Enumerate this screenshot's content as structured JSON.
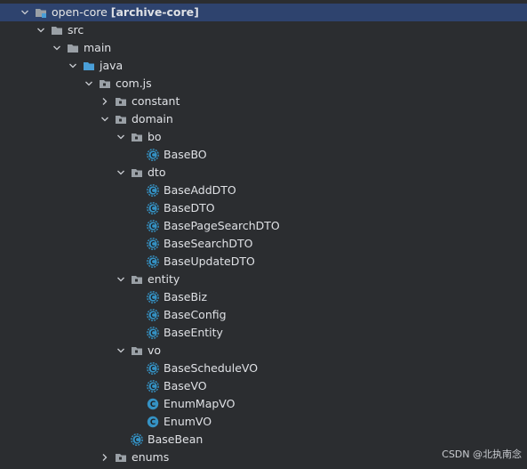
{
  "project_tree": {
    "nodes": [
      {
        "label": "open-core",
        "extra": "[archive-core]",
        "icon": "module-folder-icon",
        "expanded": true,
        "selected": true,
        "depth": 0
      },
      {
        "label": "src",
        "icon": "folder-icon",
        "expanded": true,
        "depth": 1
      },
      {
        "label": "main",
        "icon": "folder-icon",
        "expanded": true,
        "depth": 2
      },
      {
        "label": "java",
        "icon": "source-folder-icon",
        "expanded": true,
        "depth": 3
      },
      {
        "label": "com.js",
        "icon": "package-icon",
        "expanded": true,
        "depth": 4
      },
      {
        "label": "constant",
        "icon": "package-icon",
        "expanded": false,
        "depth": 5
      },
      {
        "label": "domain",
        "icon": "package-icon",
        "expanded": true,
        "depth": 5
      },
      {
        "label": "bo",
        "icon": "package-icon",
        "expanded": true,
        "depth": 6
      },
      {
        "label": "BaseBO",
        "icon": "abstract-class-icon",
        "depth": 7
      },
      {
        "label": "dto",
        "icon": "package-icon",
        "expanded": true,
        "depth": 6
      },
      {
        "label": "BaseAddDTO",
        "icon": "abstract-class-icon",
        "depth": 7
      },
      {
        "label": "BaseDTO",
        "icon": "abstract-class-icon",
        "depth": 7
      },
      {
        "label": "BasePageSearchDTO",
        "icon": "abstract-class-icon",
        "depth": 7
      },
      {
        "label": "BaseSearchDTO",
        "icon": "abstract-class-icon",
        "depth": 7
      },
      {
        "label": "BaseUpdateDTO",
        "icon": "abstract-class-icon",
        "depth": 7
      },
      {
        "label": "entity",
        "icon": "package-icon",
        "expanded": true,
        "depth": 6
      },
      {
        "label": "BaseBiz",
        "icon": "abstract-class-icon",
        "depth": 7
      },
      {
        "label": "BaseConfig",
        "icon": "abstract-class-icon",
        "depth": 7
      },
      {
        "label": "BaseEntity",
        "icon": "abstract-class-icon",
        "depth": 7
      },
      {
        "label": "vo",
        "icon": "package-icon",
        "expanded": true,
        "depth": 6
      },
      {
        "label": "BaseScheduleVO",
        "icon": "abstract-class-icon",
        "depth": 7
      },
      {
        "label": "BaseVO",
        "icon": "abstract-class-icon",
        "depth": 7
      },
      {
        "label": "EnumMapVO",
        "icon": "class-icon",
        "depth": 7
      },
      {
        "label": "EnumVO",
        "icon": "class-icon",
        "depth": 7
      },
      {
        "label": "BaseBean",
        "icon": "abstract-class-icon",
        "depth": 6
      },
      {
        "label": "enums",
        "icon": "package-icon",
        "expanded": false,
        "depth": 5
      }
    ]
  },
  "watermark": "CSDN @北执南念",
  "colors": {
    "background": "#2b2d30",
    "selection": "#2e436e",
    "folder": "#9aa0a6",
    "source_folder": "#4a9fd8",
    "class": "#3592c4"
  }
}
